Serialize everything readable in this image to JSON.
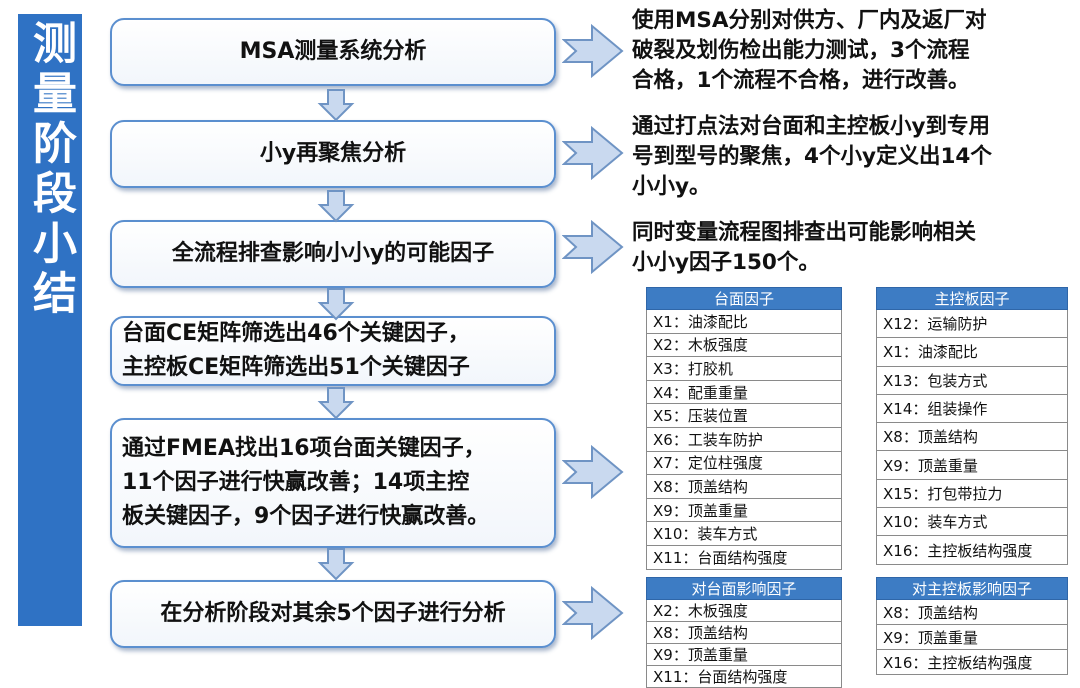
{
  "sidebar": {
    "title": "测量阶段小结"
  },
  "steps": [
    {
      "text": "MSA测量系统分析"
    },
    {
      "text": "小y再聚焦分析"
    },
    {
      "text": "全流程排查影响小小y的可能因子"
    },
    {
      "text": "台面CE矩阵筛选出46个关键因子，\n主控板CE矩阵筛选出51个关键因子"
    },
    {
      "text": "通过FMEA找出16项台面关键因子，\n11个因子进行快赢改善；14项主控\n板关键因子，9个因子进行快赢改善。"
    },
    {
      "text": "在分析阶段对其余5个因子进行分析"
    }
  ],
  "notes": [
    {
      "text": "使用MSA分别对供方、厂内及返厂对\n破裂及划伤检出能力测试，3个流程\n合格，1个流程不合格，进行改善。"
    },
    {
      "text": "通过打点法对台面和主控板小y到专用\n号到型号的聚焦，4个小y定义出14个\n小小y。"
    },
    {
      "text": "同时变量流程图排查出可能影响相关\n小小y因子150个。"
    }
  ],
  "tables": {
    "countertop_factors": {
      "header": "台面因子",
      "rows": [
        "X1：油漆配比",
        "X2：木板强度",
        "X3：打胶机",
        "X4：配重重量",
        "X5：压装位置",
        "X6：工装车防护",
        "X7：定位柱强度",
        "X8：顶盖结构",
        "X9：顶盖重量",
        "X10：装车方式",
        "X11：台面结构强度"
      ]
    },
    "mainboard_factors": {
      "header": "主控板因子",
      "rows": [
        "X12：运输防护",
        "X1：油漆配比",
        "X13：包装方式",
        "X14：组装操作",
        "X8：顶盖结构",
        "X9：顶盖重量",
        "X15：打包带拉力",
        "X10：装车方式",
        "X16：主控板结构强度"
      ]
    },
    "countertop_impact": {
      "header": "对台面影响因子",
      "rows": [
        "X2：木板强度",
        "X8：顶盖结构",
        "X9：顶盖重量",
        "X11：台面结构强度"
      ]
    },
    "mainboard_impact": {
      "header": "对主控板影响因子",
      "rows": [
        "X8：顶盖结构",
        "X9：顶盖重量",
        "X16：主控板结构强度"
      ]
    }
  },
  "colors": {
    "sidebar": "#2f72c4",
    "box_border": "#5b8fcf",
    "arrow_fill": "#c9d9ef",
    "arrow_stroke": "#6f94c4",
    "table_header": "#3d7cc4"
  }
}
